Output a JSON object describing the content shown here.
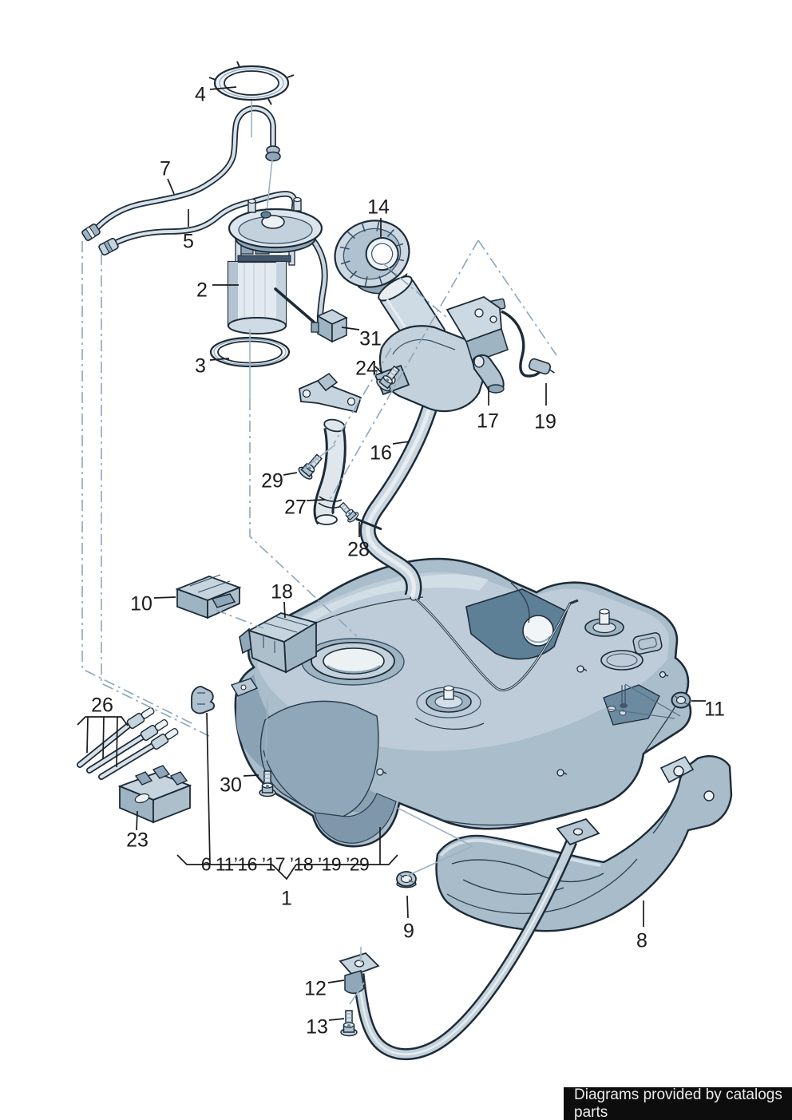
{
  "diagram": {
    "type": "exploded-parts-diagram",
    "subject": "fuel tank assembly"
  },
  "palette": {
    "outline": "#1d2b38",
    "line_soft": "#3a5166",
    "part_light": "#ecf1f4",
    "part_pale": "#d4dee6",
    "part_mid": "#b6c6d2",
    "part_dark": "#8fa7b8",
    "part_deep": "#5e8096",
    "construction_line": "#8ba6bb",
    "label_color": "#1b1b1d",
    "background": "#ffffff",
    "footer_bg": "#0d0d0d",
    "footer_text": "#ececec"
  },
  "callouts": {
    "c1": {
      "label": "1"
    },
    "c2": {
      "label": "2"
    },
    "c3": {
      "label": "3"
    },
    "c4": {
      "label": "4"
    },
    "c5": {
      "label": "5"
    },
    "c7": {
      "label": "7"
    },
    "c8": {
      "label": "8"
    },
    "c9": {
      "label": "9"
    },
    "c10": {
      "label": "10"
    },
    "c11": {
      "label": "11"
    },
    "c12": {
      "label": "12"
    },
    "c13": {
      "label": "13"
    },
    "c14": {
      "label": "14"
    },
    "c16": {
      "label": "16"
    },
    "c17": {
      "label": "17"
    },
    "c18": {
      "label": "18"
    },
    "c19": {
      "label": "19"
    },
    "c23": {
      "label": "23"
    },
    "c24": {
      "label": "24"
    },
    "c26": {
      "label": "26"
    },
    "c27": {
      "label": "27"
    },
    "c28": {
      "label": "28"
    },
    "c29": {
      "label": "29"
    },
    "c30": {
      "label": "30"
    },
    "c31": {
      "label": "31"
    }
  },
  "group_callout": {
    "text": "6  11’16 ’17 ’18 ’19 ’29"
  },
  "footer": {
    "text": "Diagrams provided by catalogs parts"
  }
}
